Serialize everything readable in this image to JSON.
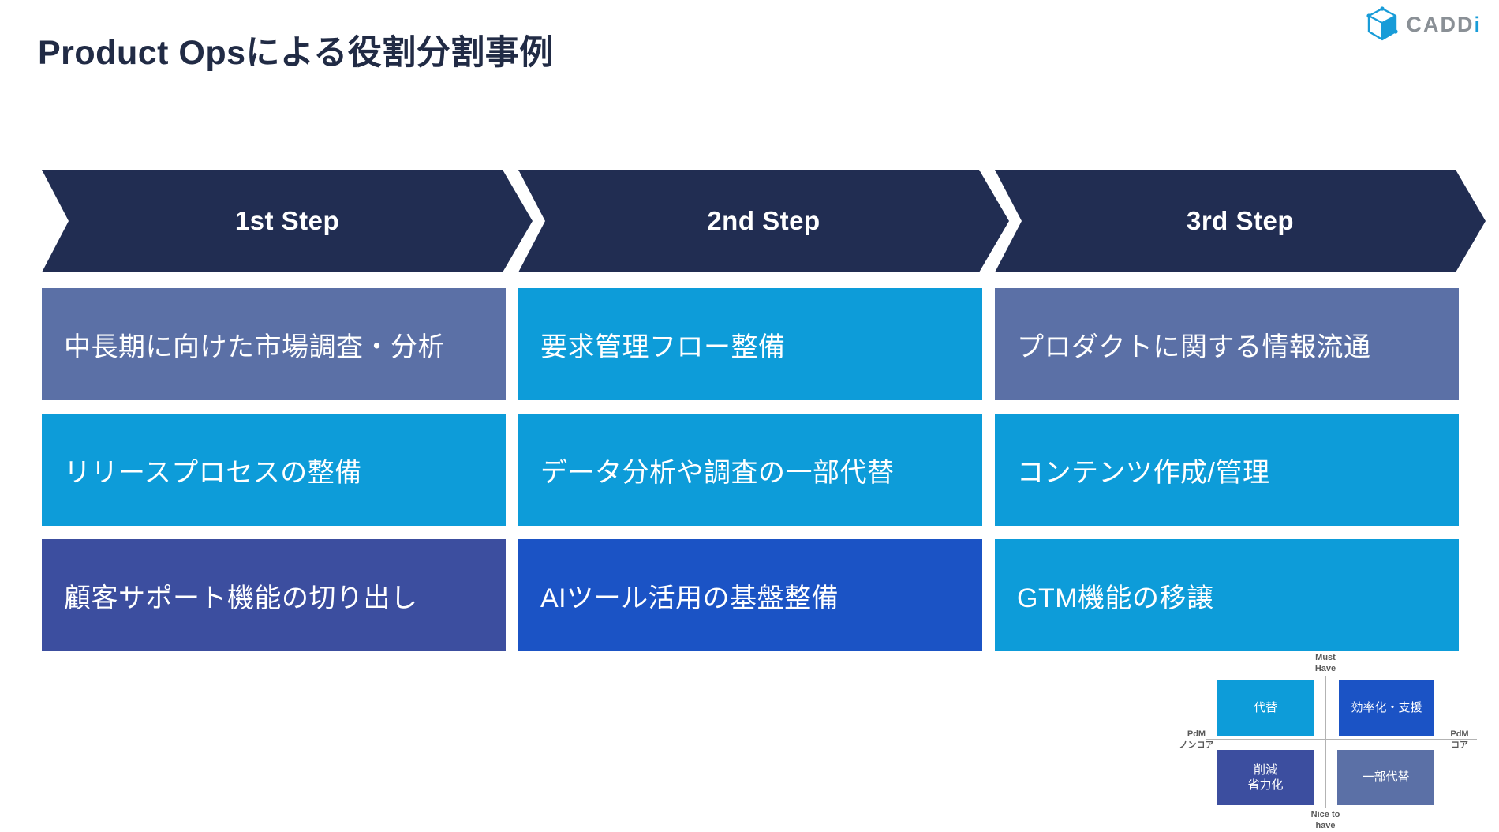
{
  "title": "Product Opsによる役割分割事例",
  "logo": {
    "text_gray": "CADD",
    "text_blue": "i",
    "icon_name": "cube-icon",
    "blue": "#189cd8",
    "gray": "#8a9096"
  },
  "colors": {
    "banner_navy": "#212d52",
    "cyan": "#0d9cd9",
    "gray_blue": "#5b70a6",
    "indigo": "#3c4e9f",
    "strong_blue": "#1b53c5",
    "title_text": "#212b45",
    "axis_text": "#595959",
    "axis_line": "#b3b3b3"
  },
  "columns": [
    {
      "step": "1st Step",
      "items": [
        {
          "label": "中長期に向けた市場調査・分析",
          "color": "#5b70a6"
        },
        {
          "label": "リリースプロセスの整備",
          "color": "#0d9cd9"
        },
        {
          "label": "顧客サポート機能の切り出し",
          "color": "#3c4e9f"
        }
      ]
    },
    {
      "step": "2nd Step",
      "items": [
        {
          "label": "要求管理フロー整備",
          "color": "#0d9cd9"
        },
        {
          "label": "データ分析や調査の一部代替",
          "color": "#0d9cd9"
        },
        {
          "label": "AIツール活用の基盤整備",
          "color": "#1b53c5"
        }
      ]
    },
    {
      "step": "3rd Step",
      "items": [
        {
          "label": "プロダクトに関する情報流通",
          "color": "#5b70a6"
        },
        {
          "label": "コンテンツ作成/管理",
          "color": "#0d9cd9"
        },
        {
          "label": "GTM機能の移譲",
          "color": "#0d9cd9"
        }
      ]
    }
  ],
  "quadrant": {
    "axis_top": "Must\nHave",
    "axis_bottom": "Nice to\nhave",
    "axis_left": "PdM\nノンコア",
    "axis_right": "PdM\nコア",
    "cells": [
      {
        "label": "代替",
        "color": "#0d9cd9"
      },
      {
        "label": "効率化・支援",
        "color": "#1b53c5"
      },
      {
        "label": "削減\n省力化",
        "color": "#3c4e9f"
      },
      {
        "label": "一部代替",
        "color": "#5b70a6"
      }
    ]
  }
}
